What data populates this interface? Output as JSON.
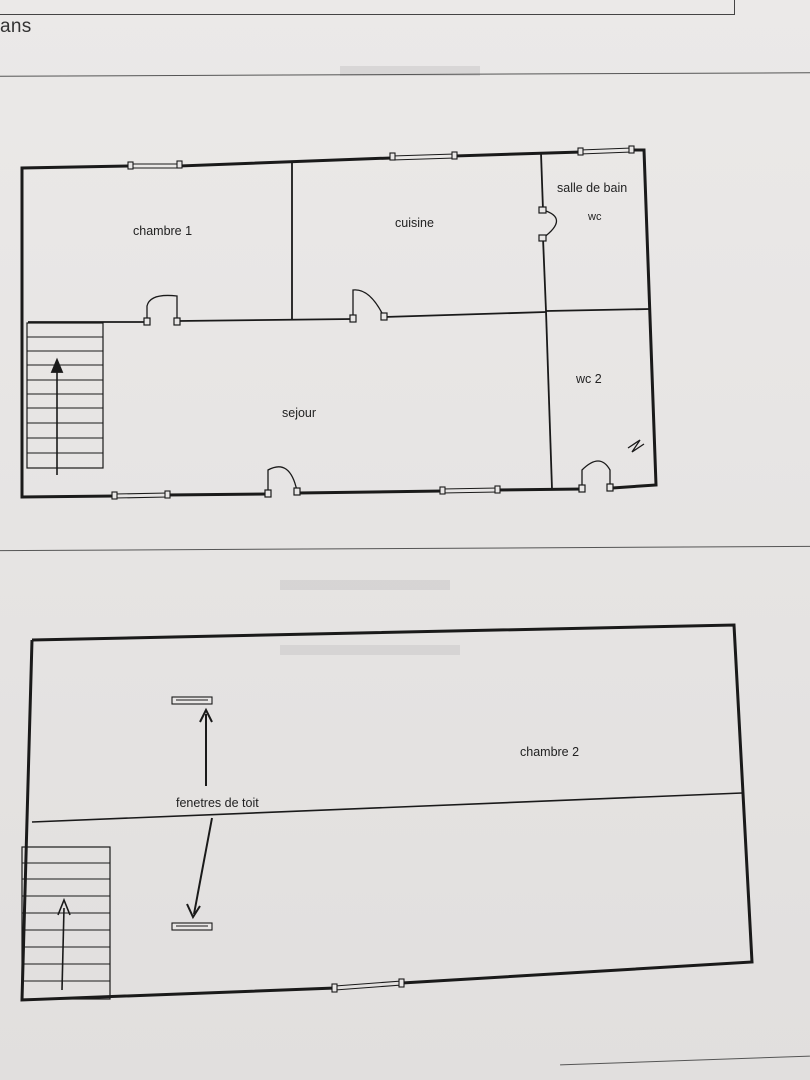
{
  "header": {
    "text": "ans"
  },
  "ground_floor": {
    "rooms": [
      {
        "name": "chambre 1"
      },
      {
        "name": "cuisine"
      },
      {
        "name": "salle de bain"
      },
      {
        "name": "wc"
      },
      {
        "name": "sejour"
      },
      {
        "name": "wc 2"
      }
    ]
  },
  "upper_floor": {
    "rooms": [
      {
        "name": "chambre 2"
      }
    ],
    "annotation": "fenetres de toit"
  },
  "colors": {
    "ink": "#1a1a1a",
    "paper": "#e9e7e6"
  }
}
